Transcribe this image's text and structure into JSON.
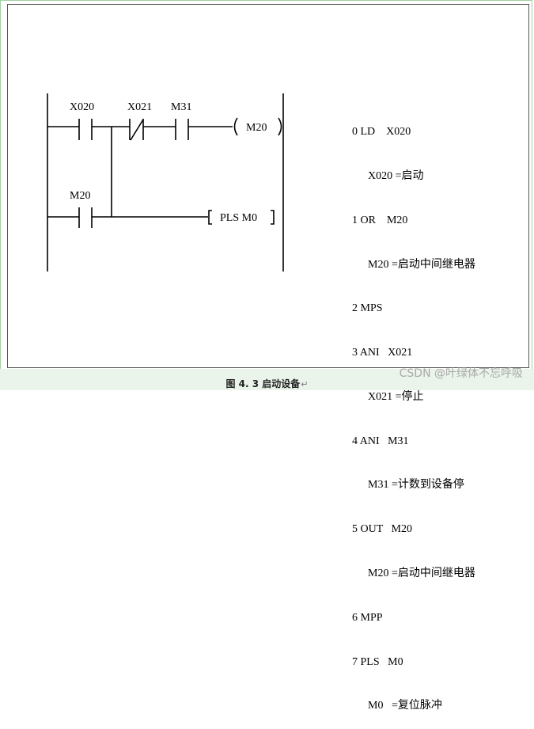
{
  "ladder": {
    "contact_x020": "X020",
    "contact_x021": "X021",
    "contact_m31": "M31",
    "coil_m20": "M20",
    "contact_m20": "M20",
    "instruction_pls": "PLS M0"
  },
  "listing": [
    {
      "instr": "0 LD    X020",
      "comment": "X020 =启动"
    },
    {
      "instr": "1 OR    M20",
      "comment": "M20 =启动中间继电器"
    },
    {
      "instr": "2 MPS",
      "comment": ""
    },
    {
      "instr": "3 ANI   X021",
      "comment": "X021 =停止"
    },
    {
      "instr": "4 ANI   M31",
      "comment": "M31 =计数到设备停"
    },
    {
      "instr": "5 OUT   M20",
      "comment": "M20 =启动中间继电器"
    },
    {
      "instr": "6 MPP",
      "comment": ""
    },
    {
      "instr": "7 PLS   M0",
      "comment": "M0   =复位脉冲"
    }
  ],
  "caption": {
    "text": "图 4. 3 启动设备",
    "return_mark": "↵"
  },
  "watermark": "CSDN @叶绿体不忘呼吸"
}
